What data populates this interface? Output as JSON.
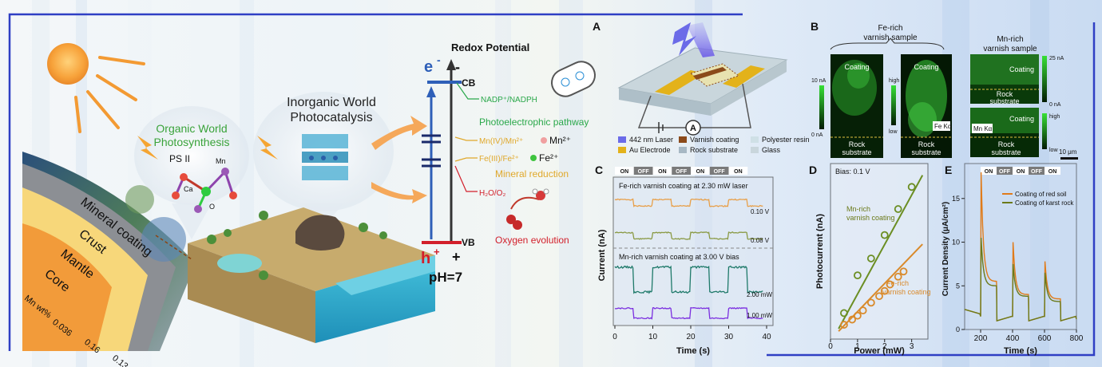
{
  "left": {
    "earth_labels": {
      "mineral_coating": "Mineral coating",
      "crust": "Crust",
      "mantle": "Mantle",
      "core": "Core"
    },
    "axis": {
      "title": "Mn wt%",
      "ticks": [
        "0.036",
        "0.16",
        "0.13"
      ]
    },
    "organic": {
      "title1": "Organic World",
      "title2": "Photosynthesis",
      "ps": "PS II",
      "mn": "Mn",
      "ca": "Ca",
      "o": "O"
    },
    "inorganic": {
      "title1": "Inorganic World",
      "title2": "Photocatalysis"
    },
    "redox": {
      "title": "Redox Potential",
      "electron": "e",
      "minus": "-",
      "hole": "h",
      "plus_sup": "+",
      "plus": "+",
      "cb": "CB",
      "vb": "VB",
      "ph": "pH=7",
      "nadp": "NADP⁺/NADPH",
      "pathway": "Photoelectrophic pathway",
      "mn_couple": "Mn(IV)/Mn²⁺",
      "mn_ion": "Mn²⁺",
      "fe_couple": "Fe(III)/Fe²⁺",
      "fe_ion": "Fe²⁺",
      "mineral_reduction": "Mineral reduction",
      "h2o": "H₂O/O₂",
      "oxygen": "Oxygen evolution"
    }
  },
  "panelA": {
    "letter": "A",
    "ammeter": "A",
    "legend": [
      "442 nm Laser",
      "Varnish coating",
      "Polyester resin",
      "Au Electrode",
      "Rock substrate",
      "Glass"
    ],
    "colors": {
      "laser": "#6b6be8",
      "varnish": "#8b4a1a",
      "resin": "#cfe0e6",
      "au": "#e3b21a",
      "rock": "#a7b8c4",
      "glass": "#c9d6dc"
    }
  },
  "panelB": {
    "letter": "B",
    "fe_title": [
      "Fe-rich",
      "varnish sample"
    ],
    "mn_title": [
      "Mn-rich",
      "varnish sample"
    ],
    "scale_fe": {
      "top": "10 nA",
      "bottom": "0 nA"
    },
    "scale_elem": {
      "top": "high",
      "bottom": "low"
    },
    "scale_mn": {
      "top": "25 nA",
      "bottom": "0 nA"
    },
    "coating": "Coating",
    "rock": [
      "Rock",
      "substrate"
    ],
    "fe_ka": "Fe Kα",
    "mn_ka": "Mn Kα",
    "scalebar": "10 μm"
  },
  "panelC": {
    "letter": "C",
    "ylabel": "Current (nA)",
    "xlabel": "Time (s)",
    "on": "ON",
    "off": "OFF",
    "fe_note": "Fe-rich varnish coating at 2.30 mW laser",
    "mn_note": "Mn-rich varnish coating at 3.00 V bias",
    "trace_labels": [
      "0.10 V",
      "0.08 V",
      "2.00 mW",
      "1.00 mW"
    ]
  },
  "panelD": {
    "letter": "D",
    "bias": "Bias: 0.1 V",
    "ylabel": "Photocurrent  (nA)",
    "xlabel": "Power (mW)",
    "mn_label": [
      "Mn-rich",
      "varnish coating"
    ],
    "fe_label": [
      "Fe-rich",
      "varnish coating"
    ]
  },
  "panelE": {
    "letter": "E",
    "ylabel": "Current Density (μA/cm²)",
    "xlabel": "Time (s)",
    "on": "ON",
    "off": "OFF",
    "legend": [
      "Coating of red soil",
      "Coating of karst rock"
    ]
  },
  "chart_data": [
    {
      "type": "line",
      "panel": "C",
      "x_label": "Time (s)",
      "y_label": "Current (nA)",
      "xlim": [
        0,
        40
      ],
      "x_ticks": [
        0,
        10,
        20,
        30,
        40
      ],
      "on_off_periods": [
        [
          0,
          5,
          "ON"
        ],
        [
          5,
          10,
          "OFF"
        ],
        [
          10,
          15,
          "ON"
        ],
        [
          15,
          20,
          "OFF"
        ],
        [
          20,
          25,
          "ON"
        ],
        [
          25,
          30,
          "OFF"
        ],
        [
          30,
          35,
          "ON"
        ]
      ],
      "series": [
        {
          "name": "0.10 V",
          "color": "#e8a04a",
          "high": 0.92,
          "low": 0.62
        },
        {
          "name": "0.08 V",
          "color": "#8a9a45",
          "high": 0.66,
          "low": 0.38
        },
        {
          "name": "2.00 mW",
          "color": "#1f7a6a",
          "high": 0.9,
          "low": 0.25
        },
        {
          "name": "1.00 mW",
          "color": "#7b2fe0",
          "high": 0.68,
          "low": 0.2
        }
      ]
    },
    {
      "type": "scatter",
      "panel": "D",
      "x_label": "Power (mW)",
      "y_label": "Photocurrent  (nA)",
      "xlim": [
        0,
        3.6
      ],
      "x_ticks": [
        0,
        1,
        2,
        3
      ],
      "series": [
        {
          "name": "Mn-rich varnish coating",
          "color": "#6b8e23",
          "x": [
            0.5,
            1.0,
            1.5,
            2.0,
            2.5,
            3.0
          ],
          "y": [
            2,
            4.9,
            6.2,
            8,
            10,
            11.7
          ],
          "fit": [
            [
              0.3,
              0.8
            ],
            [
              3.4,
              12.6
            ]
          ]
        },
        {
          "name": "Fe-rich varnish coating",
          "color": "#d98a2b",
          "x": [
            0.5,
            0.8,
            1.0,
            1.2,
            1.5,
            1.8,
            2.0,
            2.2,
            2.5,
            2.7
          ],
          "y": [
            1.1,
            1.5,
            1.8,
            2.2,
            2.8,
            3.3,
            3.7,
            4.2,
            4.8,
            5.2
          ],
          "fit": [
            [
              0.3,
              0.6
            ],
            [
              3.4,
              7.3
            ]
          ]
        }
      ]
    },
    {
      "type": "line",
      "panel": "E",
      "x_label": "Time (s)",
      "y_label": "Current Density (μA/cm²)",
      "xlim": [
        100,
        800
      ],
      "ylim": [
        0,
        19
      ],
      "x_ticks": [
        200,
        400,
        600,
        800
      ],
      "y_ticks": [
        0,
        5,
        10,
        15
      ],
      "series": [
        {
          "name": "Coating of red soil",
          "color": "#e07b1a",
          "pulses": [
            [
              200,
              18,
              5.5
            ],
            [
              400,
              10,
              4.0
            ],
            [
              600,
              7.8,
              3.5
            ]
          ]
        },
        {
          "name": "Coating of karst rock",
          "color": "#6b7a1a",
          "pulses": [
            [
              200,
              10.5,
              5.0
            ],
            [
              400,
              7.5,
              3.8
            ],
            [
              600,
              6.5,
              3.2
            ]
          ]
        }
      ],
      "baseline": 1.5
    }
  ]
}
